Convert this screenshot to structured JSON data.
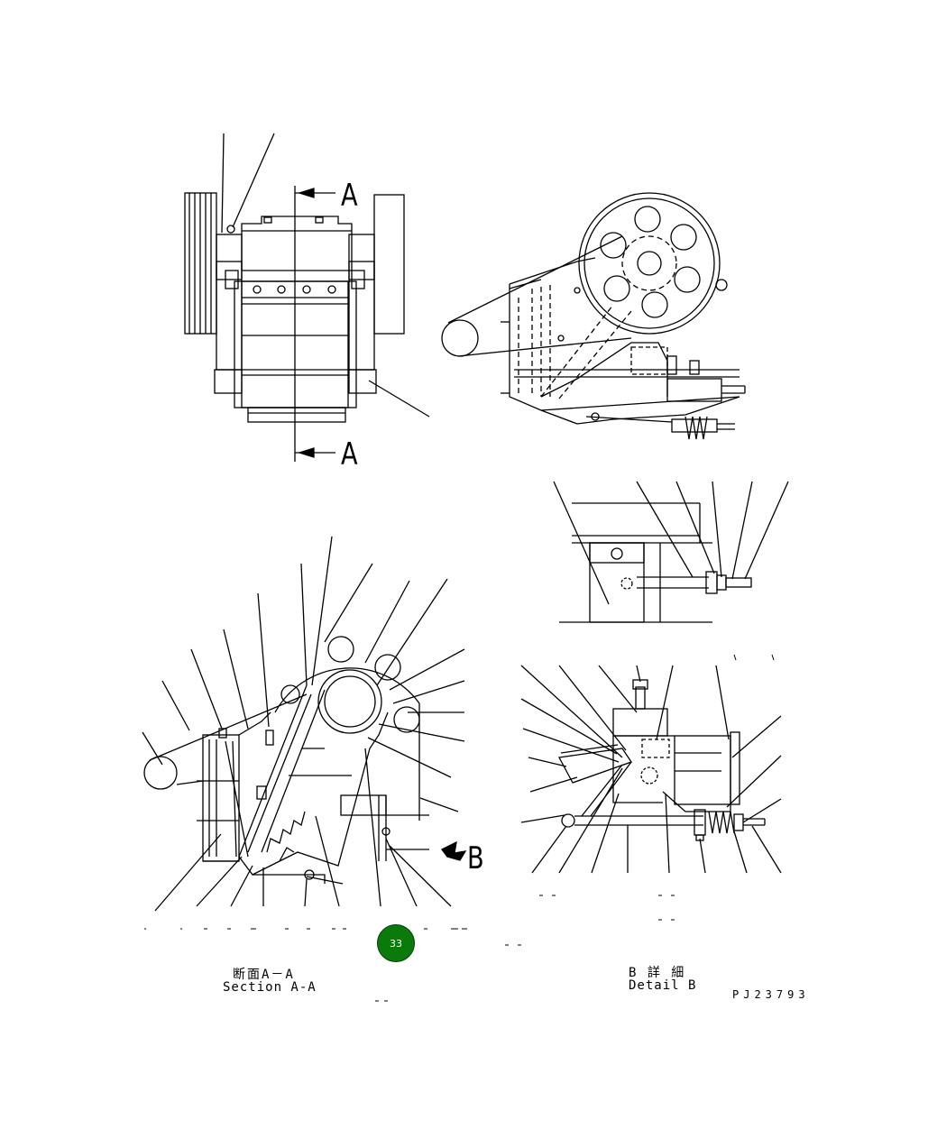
{
  "section_marker_top": "A",
  "section_marker_bottom": "A",
  "detail_marker": "B",
  "section_caption_jp": "断面A－A",
  "section_caption_en": "Section A-A",
  "detail_caption_jp": "B 詳 細",
  "detail_caption_en": "Detail B",
  "drawing_code": "PJ23793",
  "badge": {
    "label": "33",
    "color": "#0a7a0a"
  }
}
